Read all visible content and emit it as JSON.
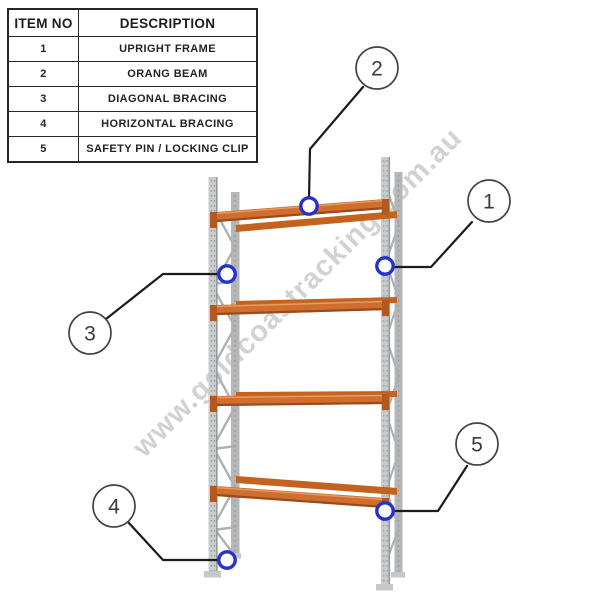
{
  "table": {
    "header": {
      "item_no": "ITEM NO",
      "description": "DESCRIPTION"
    },
    "rows": [
      {
        "item_no": "1",
        "description": "UPRIGHT FRAME"
      },
      {
        "item_no": "2",
        "description": "ORANG BEAM"
      },
      {
        "item_no": "3",
        "description": "DIAGONAL BRACING"
      },
      {
        "item_no": "4",
        "description": "HORIZONTAL BRACING"
      },
      {
        "item_no": "5",
        "description": "SAFETY PIN / LOCKING CLIP"
      }
    ]
  },
  "watermark": {
    "text": "www.goldcoastracking.com.au"
  },
  "callouts": [
    {
      "number": "1"
    },
    {
      "number": "2"
    },
    {
      "number": "3"
    },
    {
      "number": "4"
    },
    {
      "number": "5"
    }
  ],
  "colors": {
    "beam_orange": "#cf6e2f",
    "beam_back_orange": "#c4621f",
    "beam_connector": "#b2591f",
    "beam_edge_dark": "#9a4b1b",
    "beam_highlight": "#e79b5e",
    "frame_gray": "#cacbcd",
    "frame_gray_back": "#b5b6b8",
    "frame_edge": "#97989b",
    "bracing_gray": "#b0b1b4",
    "hole_gray": "#94959a",
    "foot_gray": "#c6c7c9",
    "marker_blue": "#2333cb",
    "leader_black": "#1b1b1b",
    "callout_border": "#424242",
    "callout_text": "#3a3a3a"
  }
}
